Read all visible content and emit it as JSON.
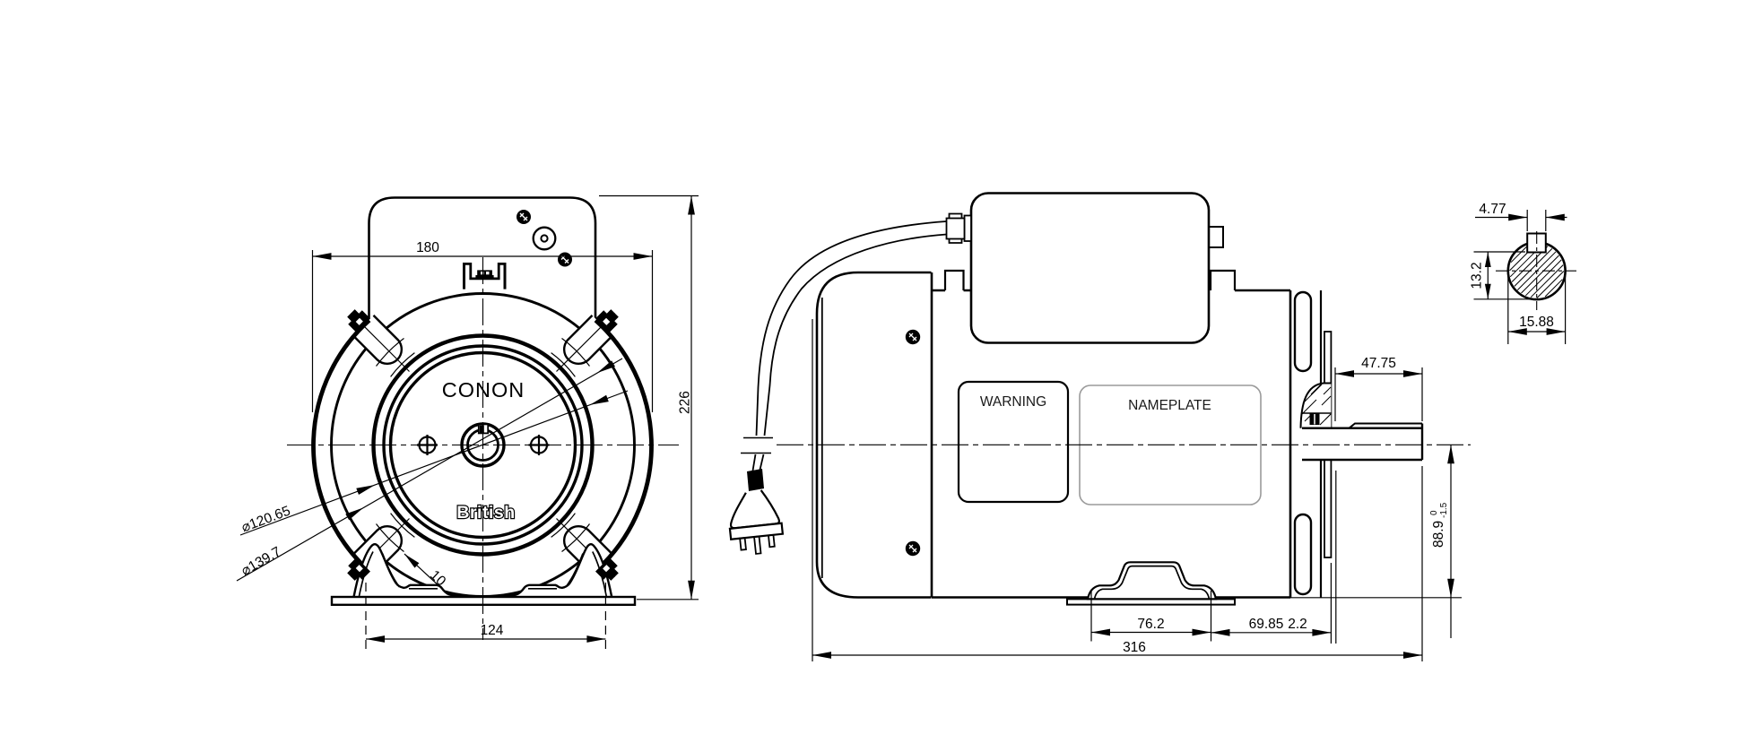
{
  "document": {
    "type": "engineering-drawing",
    "description": "Single-phase electric motor outline drawing with front view, side view and shaft key cross-section"
  },
  "colors": {
    "ink": "#000000",
    "background": "#ffffff",
    "nameplate_stroke": "#9a9a9a"
  },
  "front_view": {
    "brand": "CONON",
    "logo": "British",
    "dims": {
      "body_width": "180",
      "overall_height": "226",
      "foot_width": "124",
      "bolt_circle_inner": "⌀120.65",
      "bolt_circle_outer": "⌀139.7",
      "bolt_hole": "10"
    }
  },
  "side_view": {
    "warning_label": "WARNING",
    "nameplate_label": "NAMEPLATE",
    "dims": {
      "shaft_length": "47.75",
      "shaft_height": {
        "value": "88.9",
        "tol_upper": "0",
        "tol_lower": "-1.5"
      },
      "foot_length": "76.2",
      "foot_to_flange": "69.85",
      "slinger_gap": "2.2",
      "overall_length": "316"
    }
  },
  "shaft_section": {
    "dims": {
      "key_width": "4.77",
      "flat_to_bottom": "13.2",
      "diameter": "15.88"
    }
  }
}
